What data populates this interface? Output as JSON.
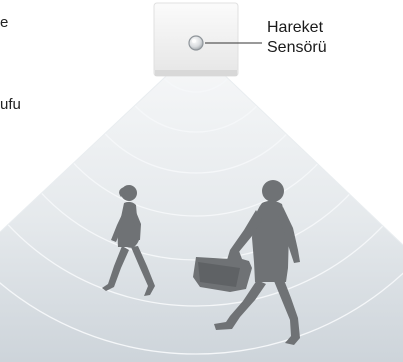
{
  "fragments": {
    "top": "e",
    "middle": "ufu"
  },
  "sensor_label": {
    "line1": "Hareket",
    "line2": "Sensörü"
  },
  "colors": {
    "cone_top": "#f7f8f9",
    "cone_bottom": "#cfd6dc",
    "arc": "#f4f6f8",
    "silhouette": "#6f7275",
    "device": "#f3f3f3",
    "leader_line": "#333333"
  },
  "icons": {
    "walking_woman": "walking-woman-figure",
    "walking_man": "walking-man-with-briefcase-figure",
    "sensor": "motion-sensor-device"
  }
}
